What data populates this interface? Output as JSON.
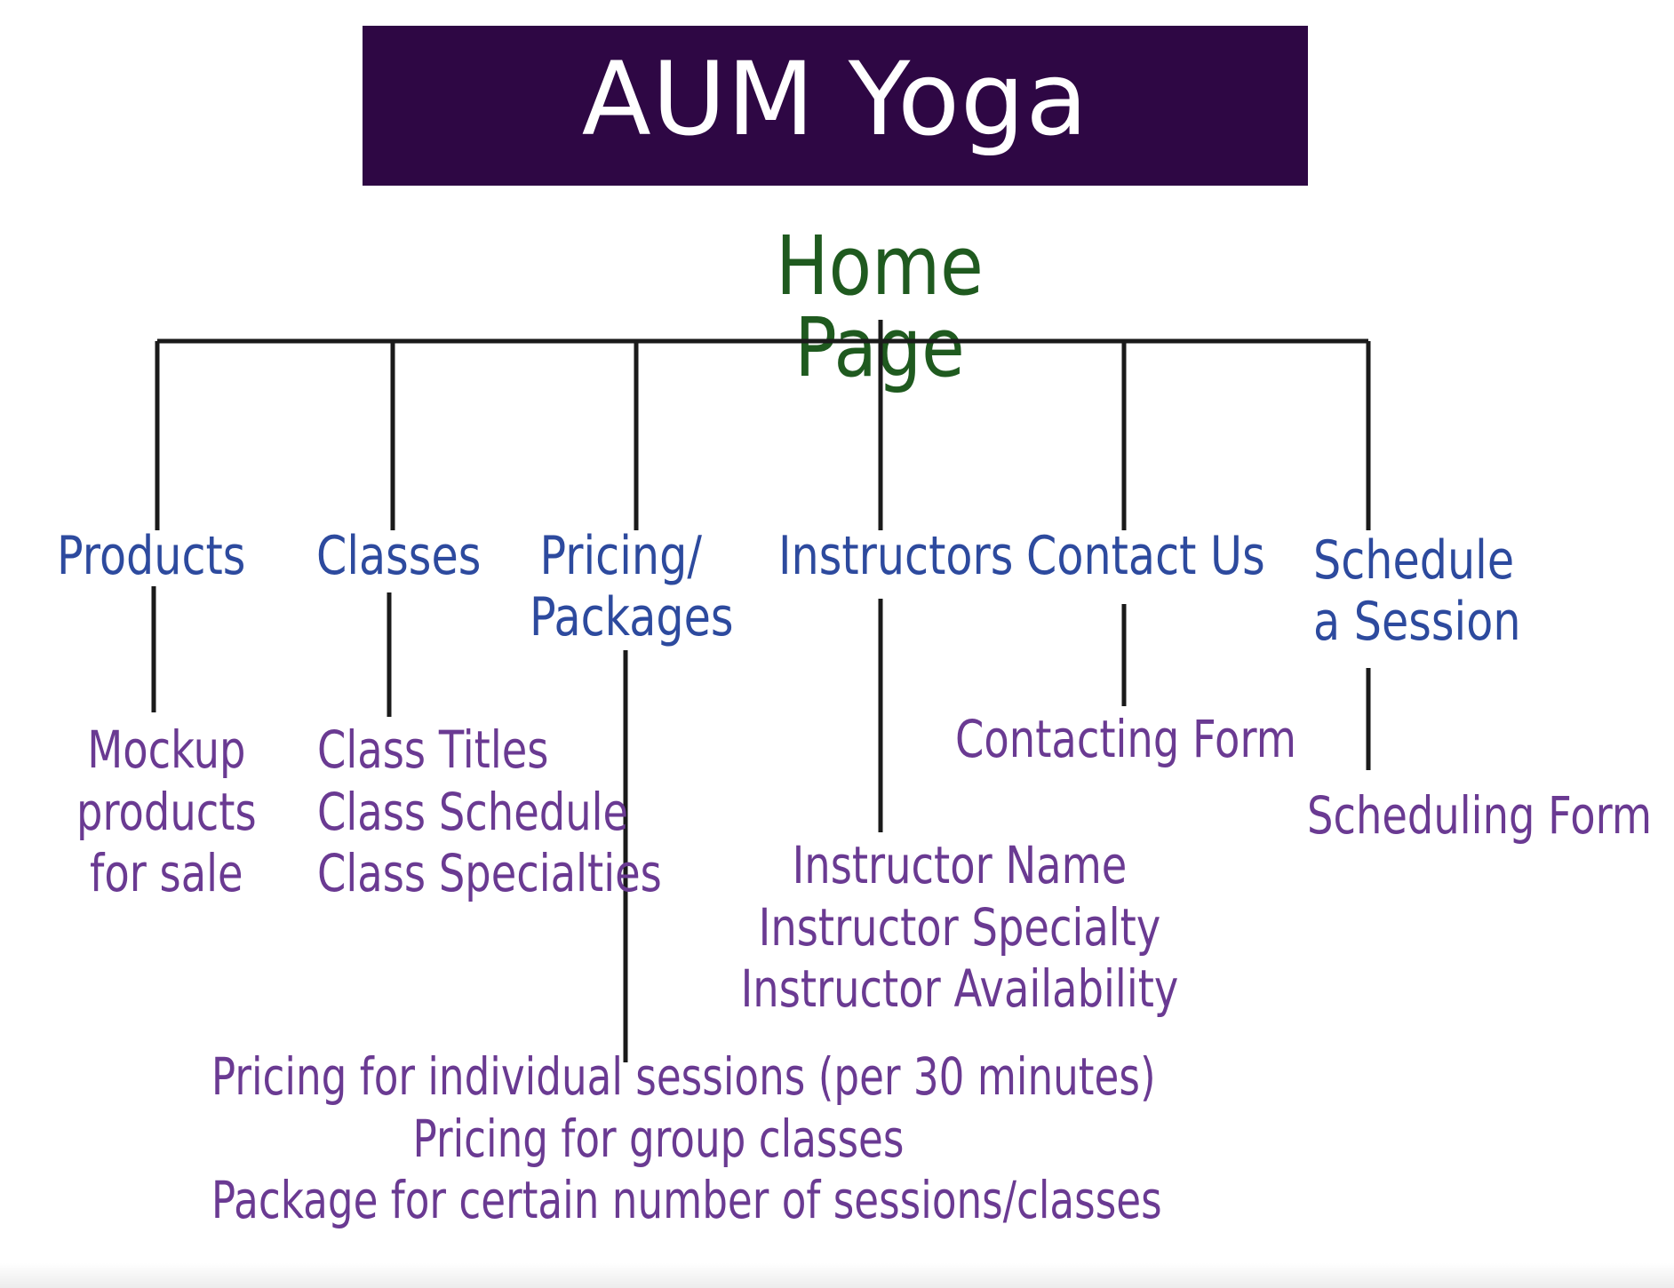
{
  "banner": {
    "title": "AUM Yoga",
    "background": "#2e0744"
  },
  "root": {
    "label": "Home Page",
    "color": "#1f5a1f"
  },
  "colors": {
    "section": "#2d4a9e",
    "detail": "#6a3a92",
    "line": "#1a1a1a"
  },
  "sections": [
    {
      "label_lines": [
        "Products"
      ],
      "details": [
        "Mockup",
        "products",
        "for sale"
      ]
    },
    {
      "label_lines": [
        "Classes"
      ],
      "details": [
        "Class Titles",
        "Class Schedule",
        "Class Specialties"
      ]
    },
    {
      "label_lines": [
        "Pricing/",
        "Packages"
      ],
      "details": [
        "Pricing for individual sessions (per 30 minutes)",
        "Pricing for group classes",
        "Package for certain number of sessions/classes"
      ]
    },
    {
      "label_lines": [
        "Instructors"
      ],
      "details": [
        "Instructor Name",
        "Instructor Specialty",
        "Instructor Availability"
      ]
    },
    {
      "label_lines": [
        "Contact Us"
      ],
      "details": [
        "Contacting Form"
      ]
    },
    {
      "label_lines": [
        "Schedule",
        "a Session"
      ],
      "details": [
        "Scheduling Form"
      ]
    }
  ]
}
